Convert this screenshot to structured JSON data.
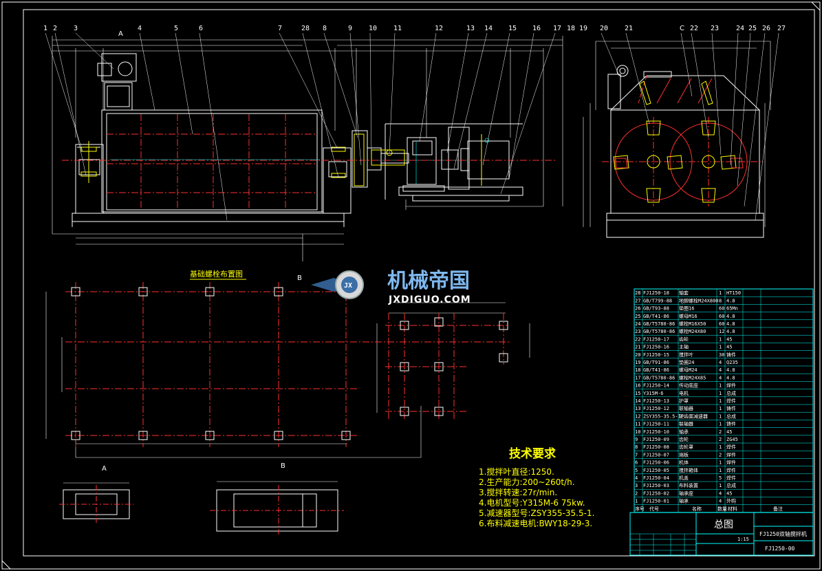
{
  "part_labels": [
    "1",
    "2",
    "3",
    "4",
    "5",
    "6",
    "7",
    "28",
    "8",
    "9",
    "10",
    "11",
    "12",
    "13",
    "14",
    "15",
    "16",
    "17",
    "18",
    "19",
    "20",
    "21",
    "C",
    "22",
    "23",
    "24",
    "25",
    "26",
    "27"
  ],
  "section_markers": {
    "front_a": "A",
    "plan_b": "B",
    "side_c": "C",
    "view_a": "A",
    "view_b": "B"
  },
  "foundation_title": "基础螺栓布置图",
  "watermark": {
    "name": "机械帝国",
    "url": "JXDIGUO.COM",
    "emblem": "JX"
  },
  "tech_requirements": {
    "title": "技术要求",
    "items": [
      "1.搅拌叶直径:1250.",
      "2.生产能力:200~260t/h.",
      "3.搅拌转速:27r/min.",
      "4.电机型号:Y315M-6  75kw.",
      "5.减速器型号:ZSY355-35.5-1.",
      "6.布料减速电机:BWY18-29-3."
    ]
  },
  "bom": {
    "rows": [
      [
        "28",
        "FJ1250-18",
        "轴套",
        "1",
        "HT150",
        ""
      ],
      [
        "27",
        "GB/T799-88",
        "地脚螺栓M24X800",
        "8",
        "4.8",
        ""
      ],
      [
        "26",
        "GB/T93-88",
        "垫圈16",
        "60",
        "65Mn",
        ""
      ],
      [
        "25",
        "GB/T41-86",
        "螺母M16",
        "60",
        "4.8",
        ""
      ],
      [
        "24",
        "GB/T5780-86",
        "螺栓M16X50",
        "60",
        "4.8",
        ""
      ],
      [
        "23",
        "GB/T5780-86",
        "螺栓M24X80",
        "12",
        "4.8",
        ""
      ],
      [
        "22",
        "FJ1250-17",
        "齿轮",
        "1",
        "45",
        ""
      ],
      [
        "21",
        "FJ1250-16",
        "主轴",
        "1",
        "45",
        ""
      ],
      [
        "20",
        "FJ1250-15",
        "搅拌叶",
        "30",
        "铸件",
        ""
      ],
      [
        "19",
        "GB/T91-86",
        "垫圈24",
        "4",
        "Q235",
        ""
      ],
      [
        "18",
        "GB/T41-86",
        "螺母M24",
        "4",
        "4.8",
        ""
      ],
      [
        "17",
        "GB/T5780-86",
        "螺栓M24X85",
        "4",
        "4.8",
        ""
      ],
      [
        "16",
        "FJ1250-14",
        "传动底座",
        "1",
        "焊件",
        ""
      ],
      [
        "15",
        "Y315M-6",
        "电机",
        "1",
        "总成",
        ""
      ],
      [
        "14",
        "FJ1250-13",
        "护罩",
        "1",
        "焊件",
        ""
      ],
      [
        "13",
        "FJ1250-12",
        "联轴器",
        "1",
        "铸件",
        ""
      ],
      [
        "12",
        "ZSY355-35.5-1",
        "硬齿面减速器",
        "1",
        "总成",
        ""
      ],
      [
        "11",
        "FJ1250-11",
        "联轴器",
        "1",
        "铸件",
        ""
      ],
      [
        "10",
        "FJ1250-10",
        "轴承",
        "2",
        "45",
        ""
      ],
      [
        "9",
        "FJ1250-09",
        "齿轮",
        "2",
        "ZG45",
        ""
      ],
      [
        "8",
        "FJ1250-08",
        "齿轮罩",
        "1",
        "焊件",
        ""
      ],
      [
        "7",
        "FJ1250-07",
        "端板",
        "2",
        "焊件",
        ""
      ],
      [
        "6",
        "FJ1250-06",
        "机体",
        "1",
        "焊件",
        ""
      ],
      [
        "5",
        "FJ1250-05",
        "搅拌箱体",
        "1",
        "焊件",
        ""
      ],
      [
        "4",
        "FJ1250-04",
        "机盖",
        "5",
        "焊件",
        ""
      ],
      [
        "3",
        "FJ1250-03",
        "布料装置",
        "1",
        "总成",
        ""
      ],
      [
        "2",
        "FJ1250-02",
        "轴承座",
        "4",
        "45",
        ""
      ],
      [
        "1",
        "FJ1250-01",
        "轴承",
        "4",
        "外购",
        ""
      ]
    ],
    "header": [
      "序号",
      "代号",
      "名称",
      "数量",
      "材料",
      "备注"
    ]
  },
  "title_block": {
    "drawing_name": "总图",
    "product": "FJ1250双轴搅拌机",
    "drawing_no": "FJ1250-00",
    "scale": "1:15"
  }
}
